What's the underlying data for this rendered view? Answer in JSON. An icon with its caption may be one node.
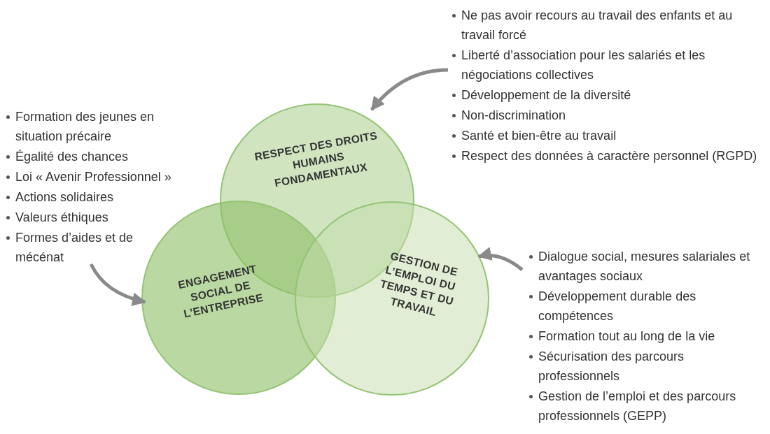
{
  "diagram": {
    "nodes": [
      {
        "text": [
          "RESPECT DES DROITS HUMAINS FONDAMENTAUX"
        ]
      },
      {
        "text": [
          "ENGAGEMENT SOCIAL DE L’ENTREPRISE"
        ]
      },
      {
        "text": [
          "GESTION DE L’EMPLOI DU TEMPS ET DU TRAVAIL"
        ]
      },
      {
        "text": [
          "Ne pas avoir recours au travail des enfants et au travail forcé",
          "Liberté d’association pour les salariés et les négociations collectives",
          "Développement de la diversité",
          "Non-discrimination",
          "Santé et bien-être au travail",
          "Respect des données à caractère personnel (RGPD)"
        ]
      },
      {
        "text": [
          "Formation des jeunes en situation précaire",
          "Égalité des chances",
          "Loi « Avenir Professionnel »",
          "Actions solidaires",
          "Valeurs éthiques",
          "Formes d’aides et de mécénat"
        ]
      },
      {
        "text": [
          "Dialogue social, mesures salariales et avantages sociaux",
          "Développement durable des compétences",
          "Formation tout au long de la vie",
          "Sécurisation des parcours professionnels",
          "Gestion de l’emploi et des parcours professionnels (GEPP)"
        ]
      }
    ],
    "edges": [
      {
        "from": 3,
        "to": 0,
        "arrow": "to"
      },
      {
        "from": 4,
        "to": 1,
        "arrow": "to"
      },
      {
        "from": 5,
        "to": 2,
        "arrow": "to"
      }
    ]
  }
}
